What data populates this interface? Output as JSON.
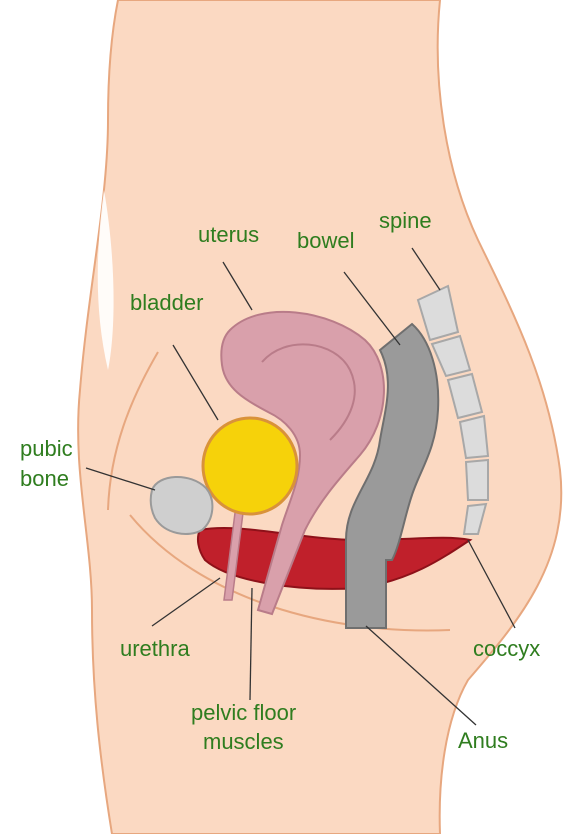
{
  "colors": {
    "skin": "#fbd9c2",
    "skin_outline": "#e7a77f",
    "uterus": "#d9a0ab",
    "uterus_outline": "#b97c89",
    "bladder": "#f6d20a",
    "bladder_outline": "#d9923a",
    "bowel": "#9a9a9a",
    "bowel_outline": "#6f6f6f",
    "muscle": "#c0202b",
    "muscle_outline": "#8e1119",
    "spine": "#dcdcdc",
    "spine_outline": "#a8a8a8",
    "bone": "#cfcfcf",
    "label": "#2f7d1f",
    "leader": "#333333"
  },
  "labels": {
    "uterus": "uterus",
    "bowel": "bowel",
    "spine": "spine",
    "bladder": "bladder",
    "pubic_1": "pubic",
    "pubic_2": "bone",
    "urethra": "urethra",
    "coccyx": "coccyx",
    "pelvic_1": "pelvic floor",
    "pelvic_2": "muscles",
    "anus": "Anus"
  }
}
